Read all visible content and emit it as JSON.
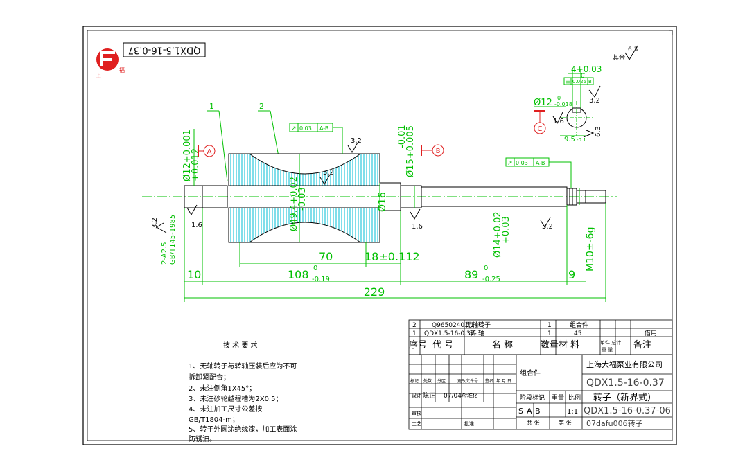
{
  "drawing": {
    "code_box": "QDX1.5-16-0.37",
    "surface_note": "其余",
    "surface_note_value": "6.3",
    "parts": {
      "p1": "1",
      "p2": "2"
    },
    "datums": {
      "a": "A",
      "b": "B",
      "c": "C"
    },
    "dims": {
      "d229": "229",
      "d108": "108",
      "d108_up": "0",
      "d108_lo": "-0.19",
      "d89": "89",
      "d89_up": "0",
      "d89_lo": "-0.25",
      "d10": "10",
      "d9": "9",
      "d70": "70",
      "d18": "18±0.112",
      "dia12": "Ø12+0.001",
      "dia12_b": "+0.012",
      "dia49": "Ø49.4+0.02",
      "dia49_b": "-0.03",
      "dia16": "Ø16",
      "dia15": "Ø15+0.005",
      "dia15_b": "-0.01",
      "dia14": "Ø14+0.02",
      "dia14_b": "+0.03",
      "m10": "M10±-6g",
      "chamfer": "2-A2.5",
      "gb": "GB/T145-1985",
      "key_w": "4+0.03",
      "key_w_b": "0",
      "sec_dia": "Ø12",
      "sec_dia_up": "0",
      "sec_dia_lo": "-0.018",
      "sec_95": "9.5",
      "sec_95_b": "-0.1",
      "sec_tol": "0.025",
      "sec_tol_ref": "B"
    },
    "tol_frames": [
      {
        "sym": "↗",
        "val": "0.03",
        "ref": "A-B"
      },
      {
        "sym": "↗",
        "val": "0.03",
        "ref": "A-B"
      }
    ],
    "roughness": {
      "r1": "3.2",
      "r2": "3.2",
      "r3": "1.6",
      "r4": "1.6",
      "r5": "3.2",
      "r6": "3.2",
      "r7": "1.6",
      "r8": "6.3",
      "r9": "3.2"
    },
    "notes": {
      "title": "技 术 要 求",
      "lines": [
        "1、无轴转子与转轴压装后应为不可",
        "拆卸紧配合；",
        "2、未注倒角1X45°；",
        "3、未注砂轮越程槽为2X0.5；",
        "4、未注加工尺寸公差按",
        "GB/T1804-m；",
        "5、转子外圆涂绝缘漆，加工表面涂",
        "防锈油。"
      ]
    },
    "bom": {
      "rows": [
        {
          "no": "2",
          "code": "Q96502401.14C",
          "name": "无轴转子",
          "qty": "1",
          "mat": "组合件",
          "wt1": "",
          "wt2": ""
        },
        {
          "no": "1",
          "code": "QDX1.5-16-0.37-",
          "name": "转    轴",
          "qty": "1",
          "mat": "45",
          "wt1": "",
          "wt2": ""
        }
      ],
      "head": {
        "seq": "序号",
        "code": "代     号",
        "name": "名     称",
        "qty": "数量",
        "mat": "材     料",
        "wt": "单件 总计",
        "wt2": "重    量",
        "note": "备注"
      },
      "borrow": "借用"
    },
    "title_block": {
      "company": "上海大福泵业有限公司",
      "assembly": "组合件",
      "code": "QDX1.5-16-0.37",
      "name": "转子（新界式）",
      "drawing_no": "QDX1.5-16-0.37-06",
      "file": "07dafu006转子",
      "scale": "1:1",
      "stage_label": "阶段标记",
      "weight_label": "重量",
      "scale_label": "比例",
      "stages": [
        "S",
        "A",
        "B"
      ],
      "sheets": "共  张",
      "sheet": "第  张",
      "mark_labels": [
        "标记",
        "处数",
        "分区",
        "更改文件号",
        "签名",
        "年 月 日"
      ],
      "design": "设计",
      "designer": "陈正",
      "date": "07/04/",
      "std": "标准化",
      "review": "审核",
      "process": "工艺",
      "approve": "批准"
    }
  }
}
